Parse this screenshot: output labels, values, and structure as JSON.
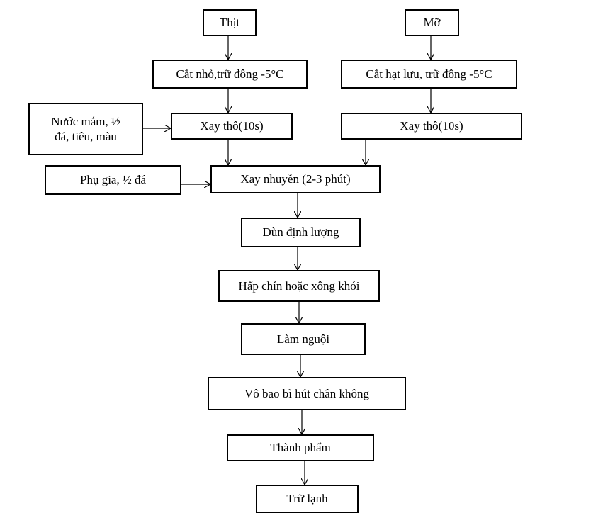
{
  "nodes": {
    "thit": "Thịt",
    "mo": "Mỡ",
    "cat_thit": "Cắt nhỏ,trữ đông -5°C",
    "cat_mo": "Cắt hạt lựu, trữ đông -5°C",
    "nuoc_mam": "Nước mắm, ½\nđá, tiêu, màu",
    "xay_tho_1": "Xay thô(10s)",
    "xay_tho_2": "Xay thô(10s)",
    "phu_gia": "Phụ gia, ½ đá",
    "xay_nhuyen": "Xay nhuyễn (2-3 phút)",
    "dun": "Đùn định lượng",
    "hap": "Hấp chín hoặc xông khói",
    "lam_nguoi": "Làm nguội",
    "vo_bao": "Vô bao bì hút chân không",
    "thanh_pham": "Thành phẩm",
    "tru_lanh": "Trữ lạnh"
  }
}
